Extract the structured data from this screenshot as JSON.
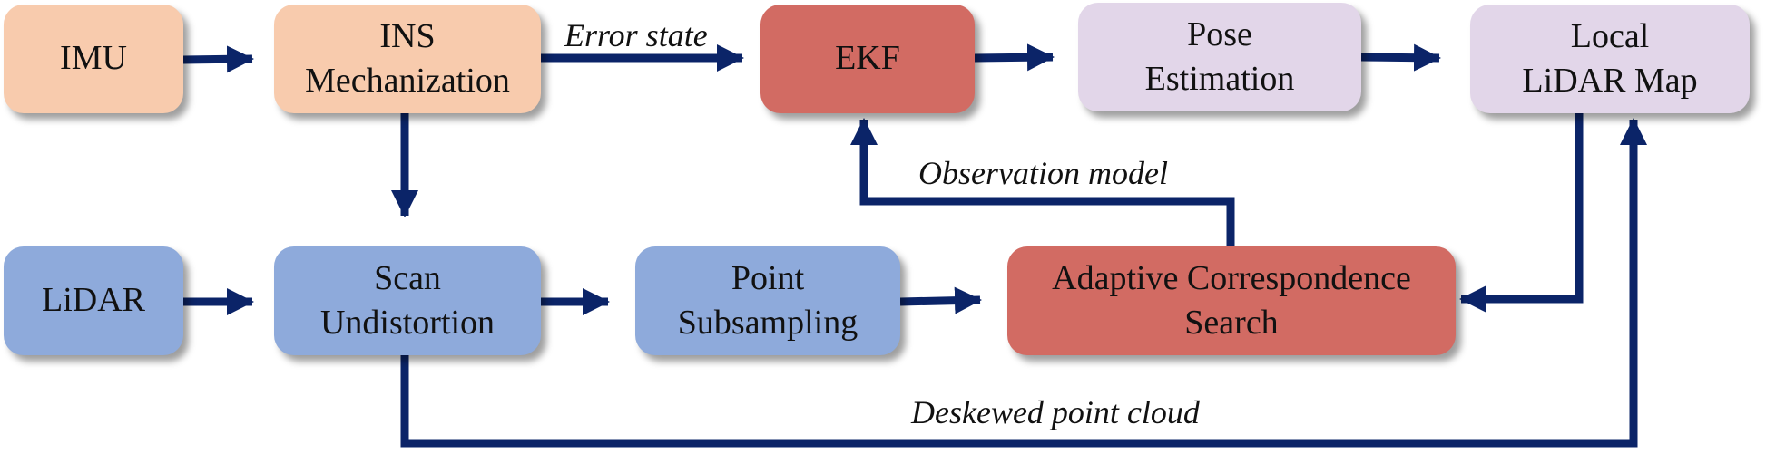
{
  "colors": {
    "arrow": "#0b2468",
    "orange": "#f8cbad",
    "red": "#d26b63",
    "lavender": "#e2d6e9",
    "blue": "#8eaadb"
  },
  "nodes": {
    "imu": {
      "line1": "IMU",
      "line2": ""
    },
    "ins": {
      "line1": "INS",
      "line2": "Mechanization"
    },
    "ekf": {
      "line1": "EKF",
      "line2": ""
    },
    "pose": {
      "line1": "Pose",
      "line2": "Estimation"
    },
    "map": {
      "line1": "Local",
      "line2": "LiDAR Map"
    },
    "lidar": {
      "line1": "LiDAR",
      "line2": ""
    },
    "scan": {
      "line1": "Scan",
      "line2": "Undistortion"
    },
    "subsample": {
      "line1": "Point",
      "line2": "Subsampling"
    },
    "acs": {
      "line1": "Adaptive Correspondence",
      "line2": "Search"
    }
  },
  "edge_labels": {
    "error_state": "Error state",
    "observation_model": "Observation model",
    "deskewed": "Deskewed point cloud"
  }
}
